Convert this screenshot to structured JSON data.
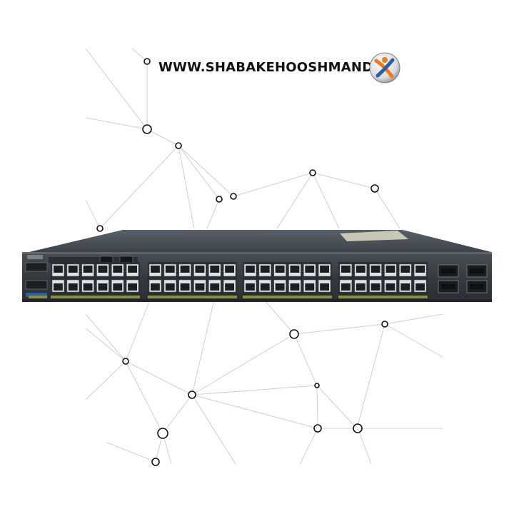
{
  "brand": {
    "website": "WWW.SHABAKEHOOSHMAND.IR",
    "logo_icon": "shabakeh-hooshmand-logo-icon"
  },
  "product": {
    "icon": "network-switch-icon",
    "ports_per_bank": 12,
    "port_banks": 4,
    "sfp_slots": 4
  },
  "background": {
    "pattern": "network-node-graph",
    "line_color": "#cfcfcf",
    "node_color": "#111111"
  },
  "colors": {
    "chassis_top": "#4b5158",
    "chassis_front": "#3c4146",
    "port_socket": "#1c1f22",
    "port_face": "#dfe3e6",
    "led_strip": "#8a8f3a",
    "logo_orange": "#f07a1a",
    "logo_blue": "#2a5fa8"
  }
}
